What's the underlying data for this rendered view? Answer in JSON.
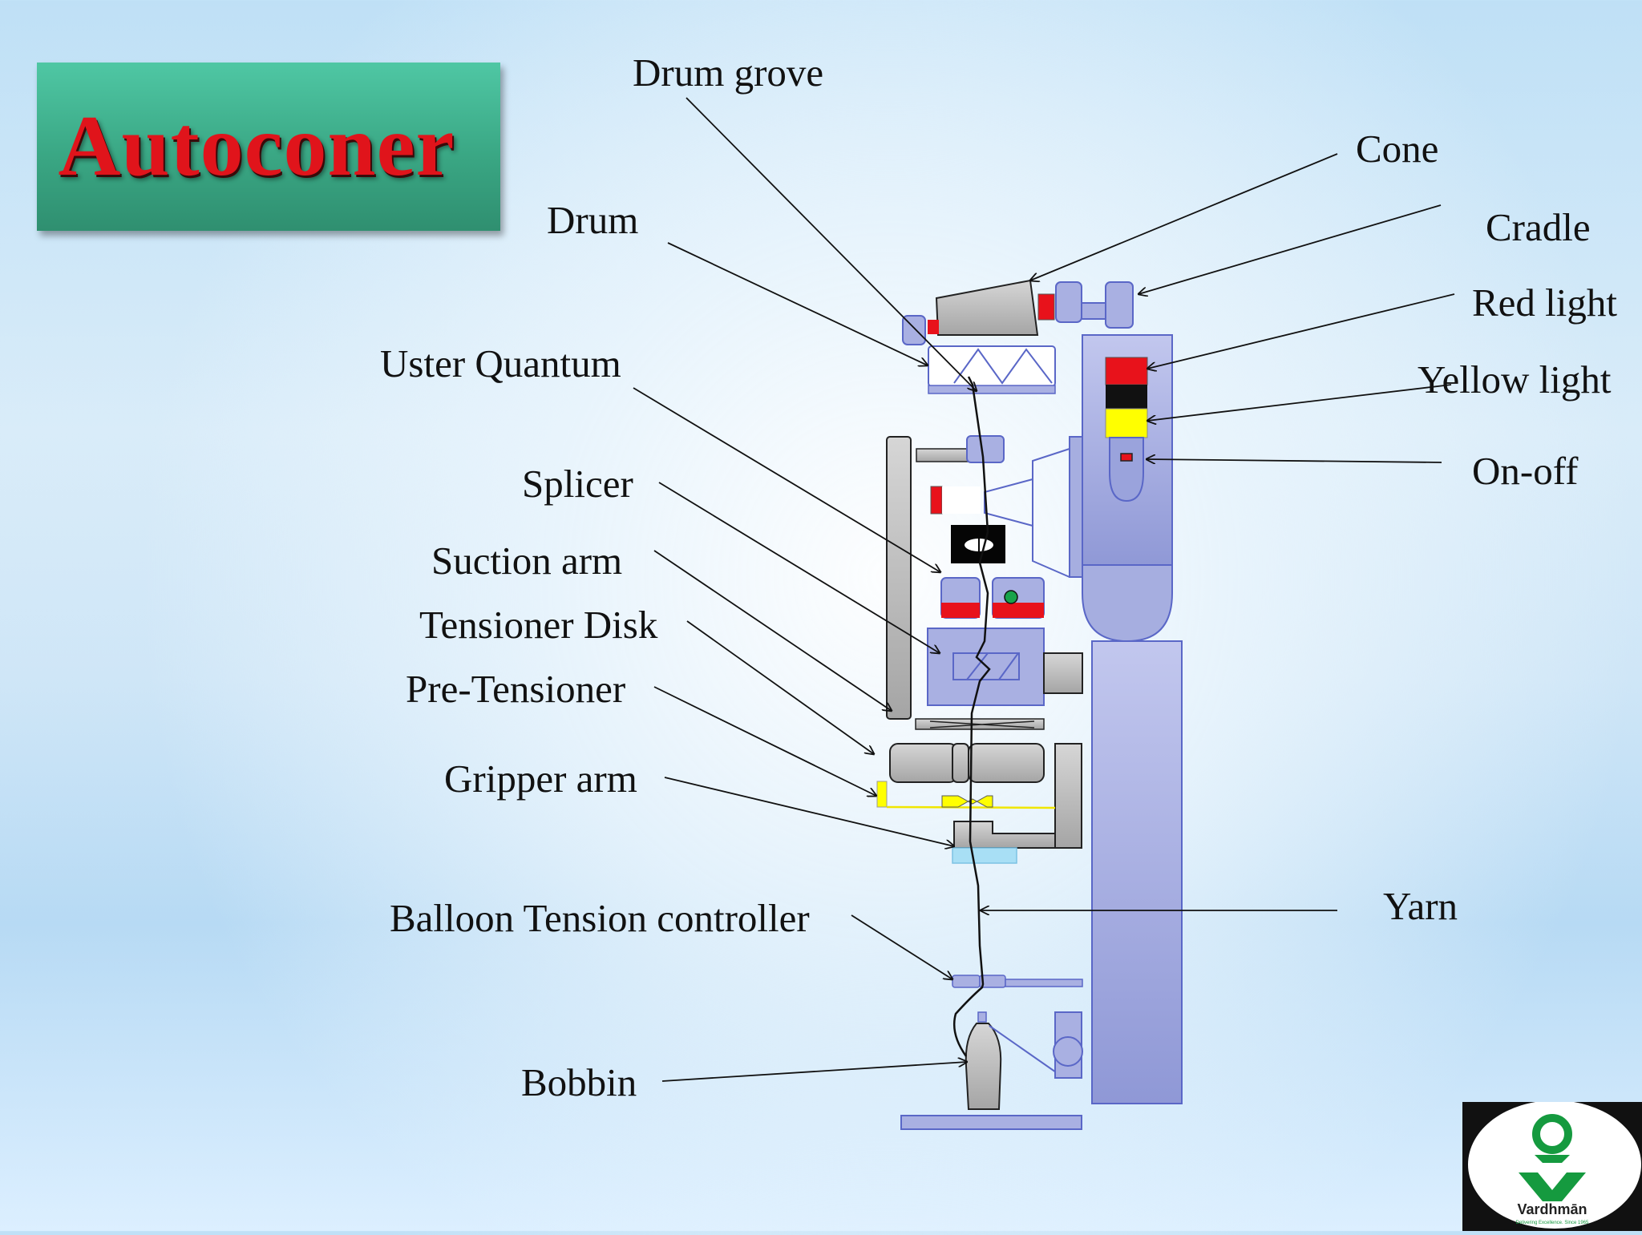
{
  "slide": {
    "title": "Autoconer"
  },
  "labels": {
    "drum_grove": "Drum grove",
    "drum": "Drum",
    "uster_quantum": "Uster Quantum",
    "splicer": "Splicer",
    "suction_arm": "Suction arm",
    "tensioner_disk": "Tensioner Disk",
    "pre_tensioner": "Pre-Tensioner",
    "gripper_arm": "Gripper arm",
    "balloon_tension_controller": "Balloon Tension controller",
    "bobbin": "Bobbin",
    "cone": "Cone",
    "cradle": "Cradle",
    "red_light": "Red light",
    "yellow_light": "Yellow light",
    "on_off": "On-off",
    "yarn": "Yarn"
  },
  "logo": {
    "name": "Vardhmān",
    "tagline": "Delivering Excellence. Since 1965"
  },
  "colors": {
    "machine_fill": "#a9b0e2",
    "machine_stroke": "#5a67c7",
    "gray_part": "#b9b9b9",
    "red": "#e8121b",
    "yellow": "#ffff00",
    "title_red": "#e0141b",
    "title_green": "#3aa784",
    "logo_green": "#159a3f"
  }
}
